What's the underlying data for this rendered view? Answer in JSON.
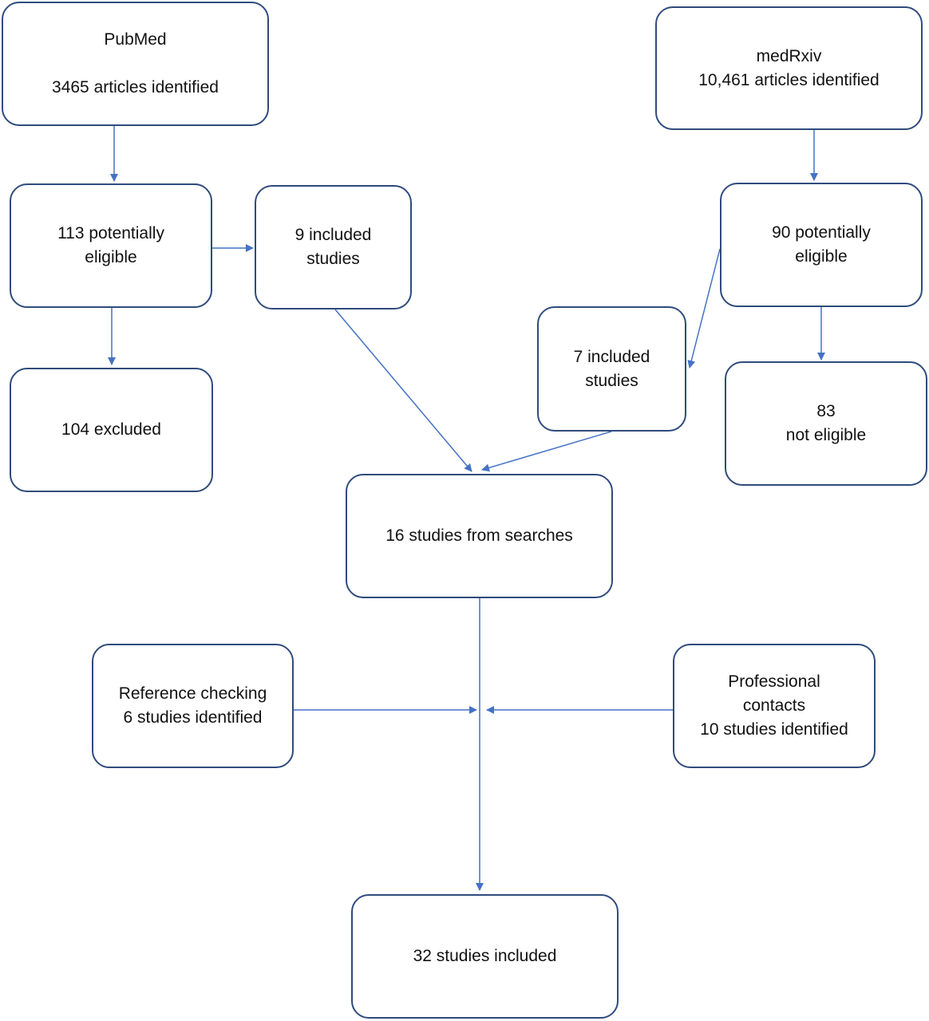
{
  "diagram": {
    "colors": {
      "box_border": "#2f4b7c",
      "arrow": "#4472c4",
      "text": "#111111",
      "background": "#ffffff"
    },
    "nodes": {
      "pubmed": {
        "title": "PubMed",
        "count": "3465 articles identified"
      },
      "medrxiv": {
        "title": "medRxiv",
        "count": "10,461 articles identified"
      },
      "pubmed_eligible": {
        "line1": "113 potentially",
        "line2": "eligible"
      },
      "pubmed_included": {
        "line1": "9 included",
        "line2": "studies"
      },
      "pubmed_excluded": {
        "line1": "104 excluded"
      },
      "medrxiv_eligible": {
        "line1": "90 potentially",
        "line2": "eligible"
      },
      "medrxiv_included": {
        "line1": "7 included",
        "line2": "studies"
      },
      "medrxiv_not_eligible": {
        "line1": "83",
        "line2": "not eligible"
      },
      "from_searches": {
        "line1": "16 studies from searches"
      },
      "reference_checking": {
        "line1": "Reference checking",
        "line2": "6 studies identified"
      },
      "professional_contacts": {
        "line1": "Professional",
        "line2": "contacts",
        "line3": "10 studies identified"
      },
      "final": {
        "line1": "32 studies included"
      }
    }
  }
}
